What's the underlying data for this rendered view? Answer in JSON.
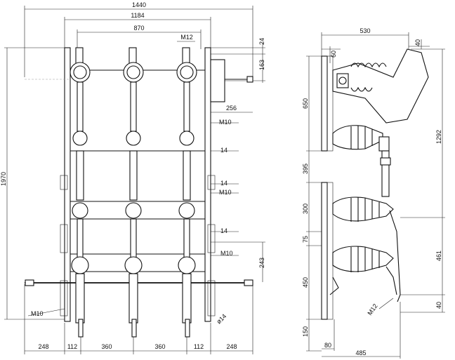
{
  "front_view": {
    "top_dims": [
      "1440",
      "1184",
      "870",
      "M12"
    ],
    "right_dims": [
      "24",
      "163",
      "256",
      "M10",
      "14",
      "14",
      "M10",
      "14",
      "M10",
      "243"
    ],
    "left_dims": [
      "1970",
      "M10"
    ],
    "bottom_dims": [
      "248",
      "112",
      "360",
      "360",
      "112",
      "248"
    ],
    "diameter_label": "ø14"
  },
  "side_view": {
    "top_dims": [
      "530",
      "40",
      "60"
    ],
    "left_dims": [
      "650",
      "395",
      "300",
      "75",
      "450",
      "150"
    ],
    "right_dims": [
      "1292",
      "461",
      "40"
    ],
    "bottom_dims": [
      "80",
      "485"
    ],
    "bolt_label": "M12"
  }
}
